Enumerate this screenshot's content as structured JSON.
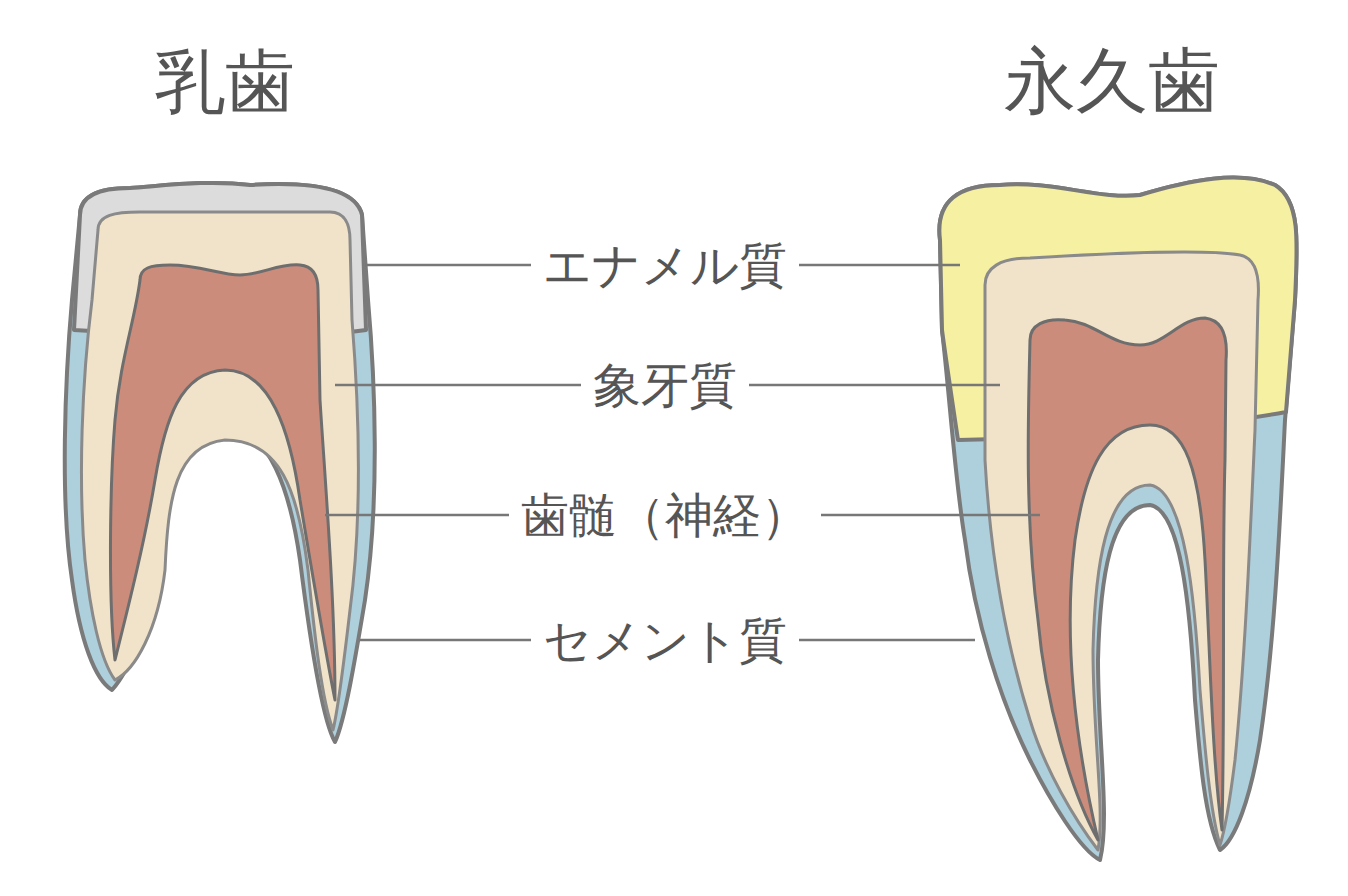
{
  "diagram": {
    "labels": [
      "乳歯",
      "永久歯",
      "エナメル質",
      "象牙質",
      "歯髄（神経）",
      "セメント質"
    ]
  }
}
